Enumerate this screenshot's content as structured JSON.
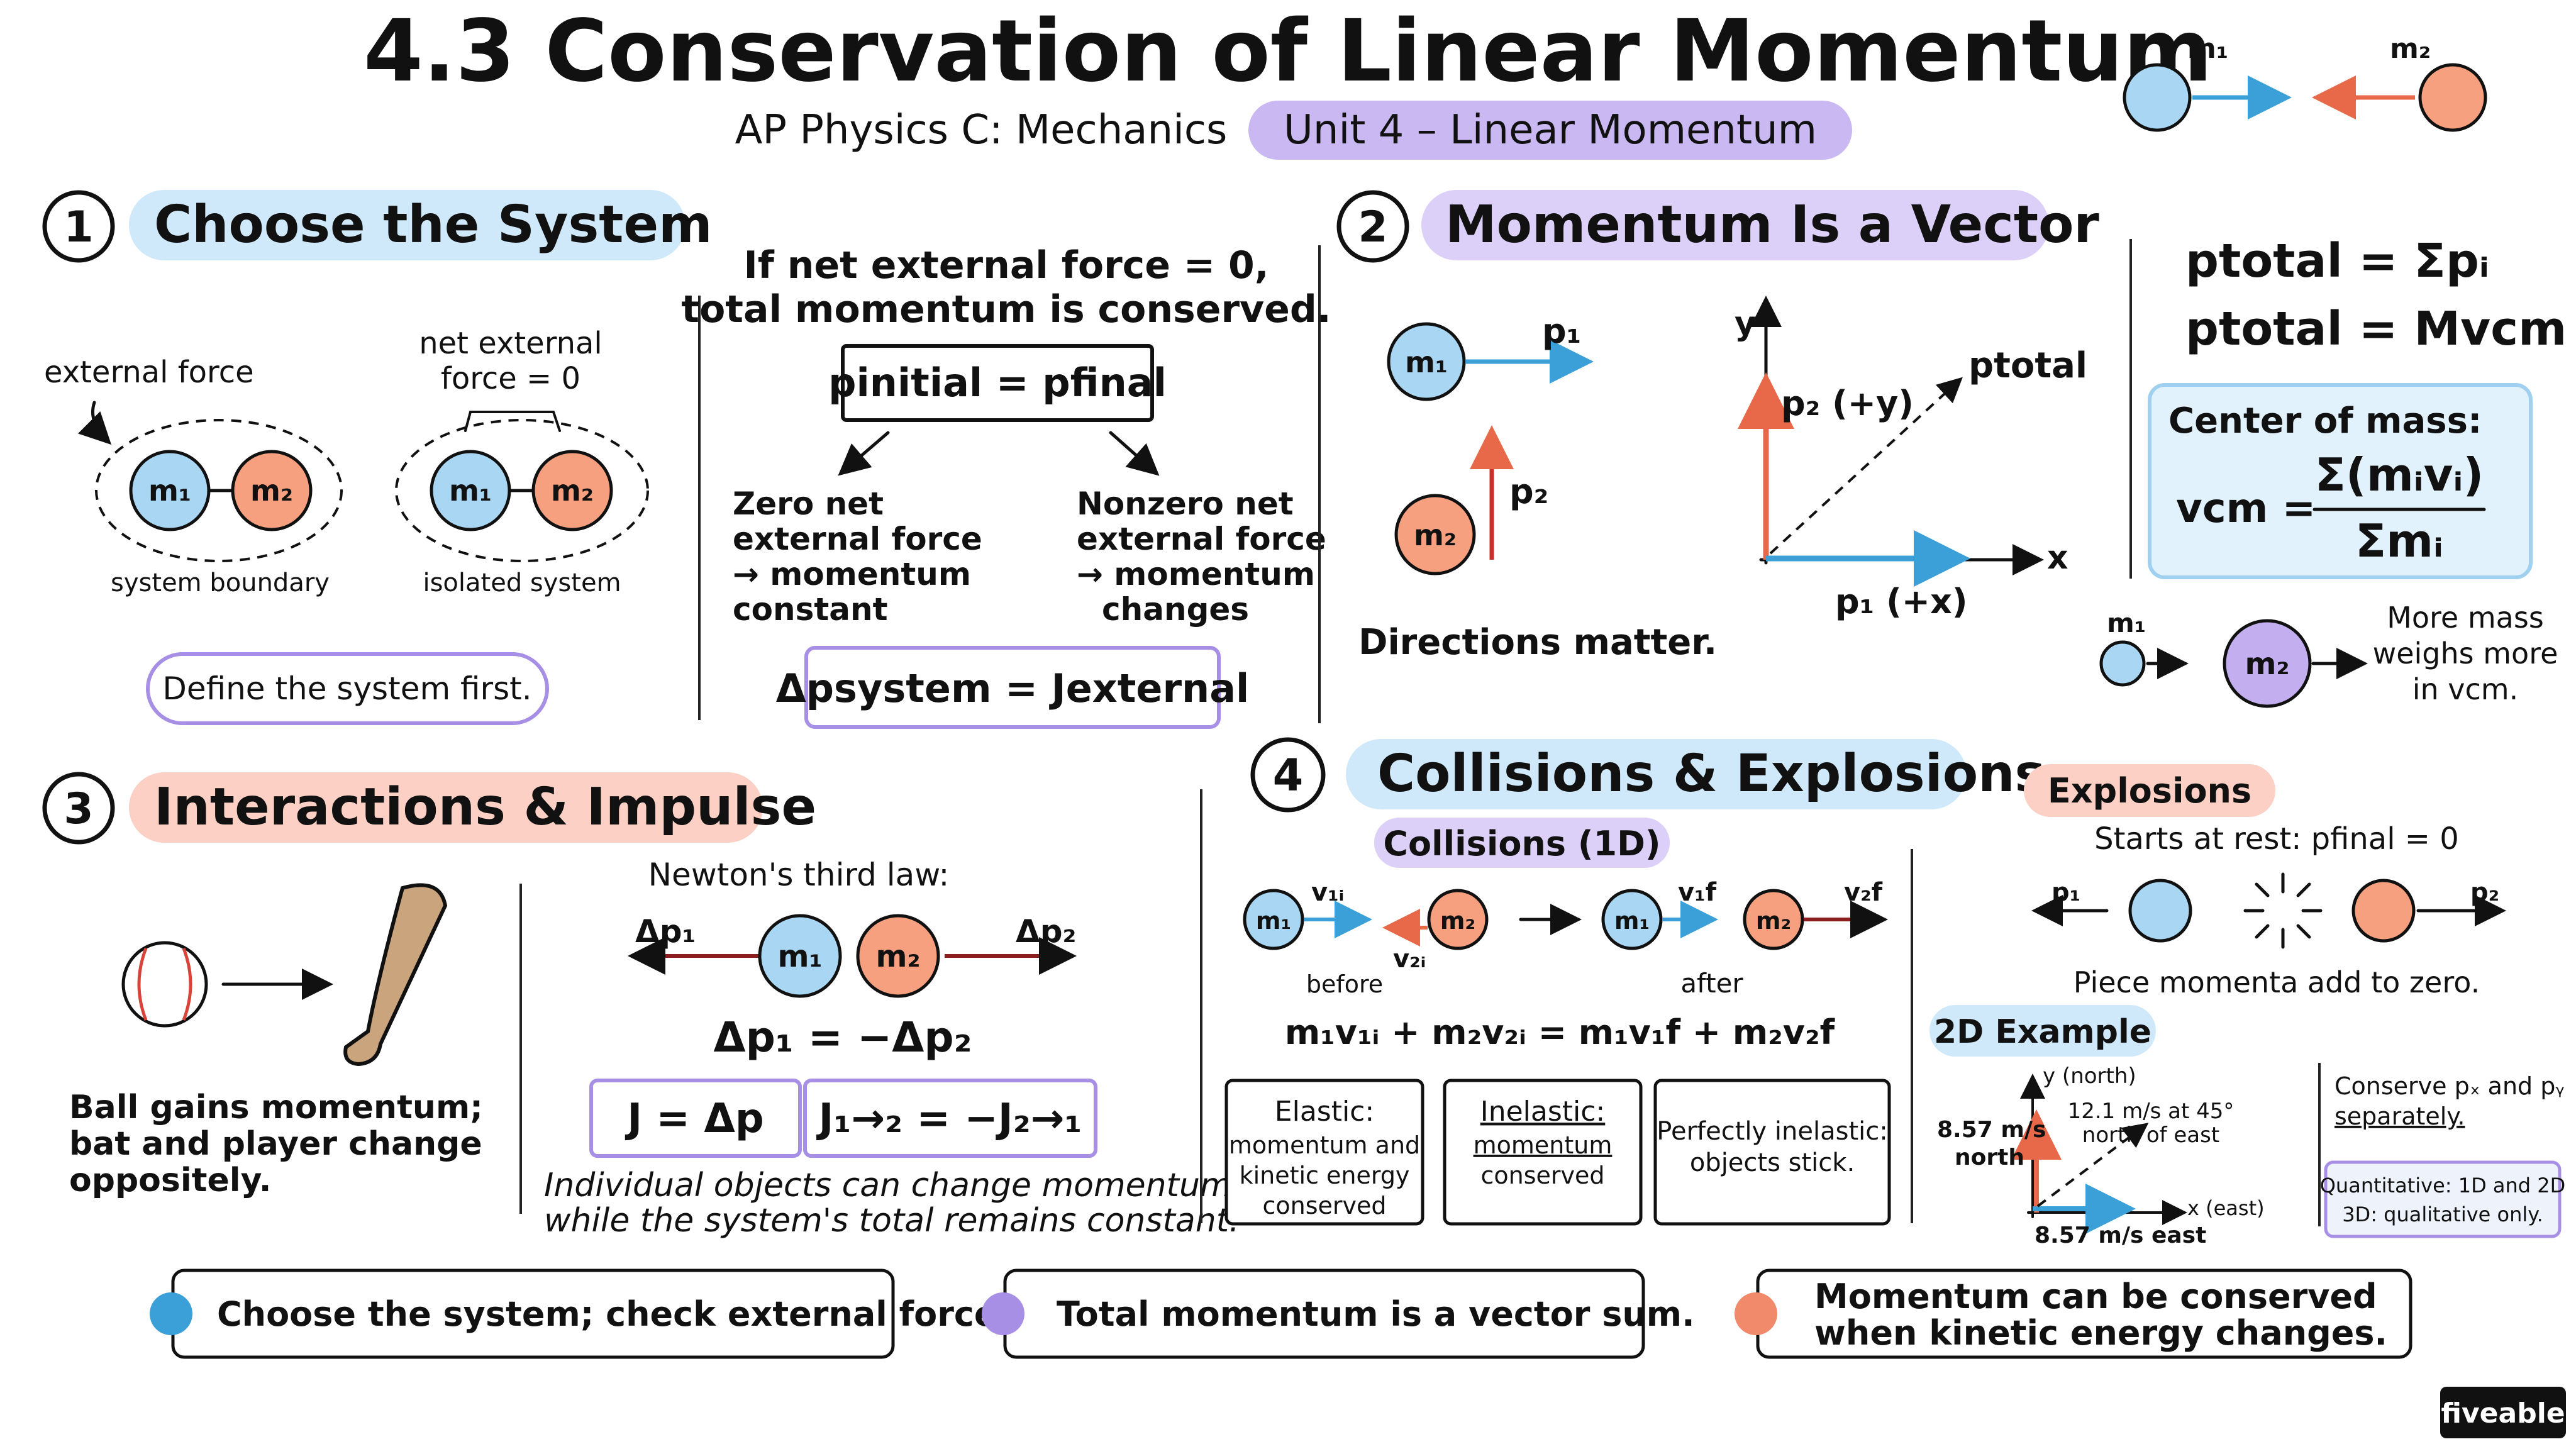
{
  "header": {
    "title": "4.3 Conservation of Linear Momentum",
    "subtitle": "AP Physics C: Mechanics",
    "unit_badge": "Unit 4 – Linear Momentum",
    "m1": "m₁",
    "m2": "m₂"
  },
  "s1": {
    "num": "1",
    "title": "Choose the System",
    "external_force": "external force",
    "net_external": "net external",
    "force_zero": "force = 0",
    "m1": "m₁",
    "m2": "m₂",
    "system_boundary": "system boundary",
    "isolated_system": "isolated system",
    "define": "Define the system first.",
    "rule_1": "If net external force = 0,",
    "rule_2": "total momentum is conserved.",
    "eq_initial": "pinitial = pfinal",
    "zero_1": "Zero net",
    "zero_2": "external force",
    "zero_3": "→ momentum",
    "zero_4": "constant",
    "non_1": "Nonzero net",
    "non_2": "external force",
    "non_3": "→ momentum",
    "non_4": "changes",
    "impulse_eq": "Δpsystem = Jexternal"
  },
  "s2": {
    "num": "2",
    "title": "Momentum Is a Vector",
    "m1": "m₁",
    "m2": "m₂",
    "p1": "p₁",
    "p2": "p₂",
    "directions": "Directions matter.",
    "axis_y": "y",
    "axis_x": "x",
    "p2y": "p₂ (+y)",
    "p1x": "p₁ (+x)",
    "ptotal": "ptotal",
    "eq_sum": "ptotal = Σpᵢ",
    "eq_mv": "ptotal = Mvcm",
    "com_label": "Center of mass:",
    "vcm": "vcm =",
    "num_frac": "Σ(mᵢvᵢ)",
    "den_frac": "Σmᵢ",
    "mass_m1": "m₁",
    "mass_m2": "m₂",
    "mass_1": "More mass",
    "mass_2": "weighs more",
    "mass_3": "in vcm."
  },
  "s3": {
    "num": "3",
    "title": "Interactions & Impulse",
    "ball_1": "Ball gains momentum;",
    "ball_2": "bat and player change",
    "ball_3": "oppositely.",
    "newton": "Newton's third law:",
    "dp1": "Δp₁",
    "dp2": "Δp₂",
    "m1": "m₁",
    "m2": "m₂",
    "eq_dp": "Δp₁ = −Δp₂",
    "eq_j": "J = Δp",
    "eq_j12": "J₁→₂ = −J₂→₁",
    "note_1": "Individual objects can change momentum",
    "note_2": "while the system's total remains constant."
  },
  "s4": {
    "num": "4",
    "title": "Collisions & Explosions",
    "collisions": "Collisions (1D)",
    "v1i": "v₁ᵢ",
    "v2i": "v₂ᵢ",
    "v1f": "v₁f",
    "v2f": "v₂f",
    "m1": "m₁",
    "m2": "m₂",
    "before": "before",
    "after": "after",
    "eq": "m₁v₁ᵢ + m₂v₂ᵢ = m₁v₁f + m₂v₂f",
    "elastic_1": "Elastic:",
    "elastic_2": "momentum and",
    "elastic_3": "kinetic energy",
    "elastic_4": "conserved",
    "inelastic_1": "Inelastic:",
    "inelastic_2": "momentum",
    "inelastic_3": "conserved",
    "perfect_1": "Perfectly inelastic:",
    "perfect_2": "objects stick.",
    "explosions": "Explosions",
    "rest": "Starts at rest: pfinal = 0",
    "p1": "p₁",
    "p2": "p₂",
    "piece": "Piece momenta add to zero.",
    "ex2d": "2D Example",
    "north_axis": "y (north)",
    "north_val": "8.57 m/s",
    "north_word": "north",
    "east_axis": "x (east)",
    "east_val": "8.57 m/s east",
    "res_1": "12.1 m/s at 45°",
    "res_2": "north of east",
    "conserve_1": "Conserve pₓ and pᵧ",
    "conserve_2": "separately.",
    "quant_1": "Quantitative: 1D and 2D",
    "quant_2": "3D: qualitative only."
  },
  "footer": {
    "t1": "Choose the system; check external force.",
    "t2": "Total momentum is a vector sum.",
    "t3a": "Momentum can be conserved",
    "t3b": "when kinetic energy changes.",
    "brand": "fiveable"
  },
  "colors": {
    "blue": "#a9d7f3",
    "red": "#f6a080",
    "purple": "#c3aef0",
    "arrow_blue": "#3b9fd8",
    "arrow_red": "#e8694a"
  }
}
